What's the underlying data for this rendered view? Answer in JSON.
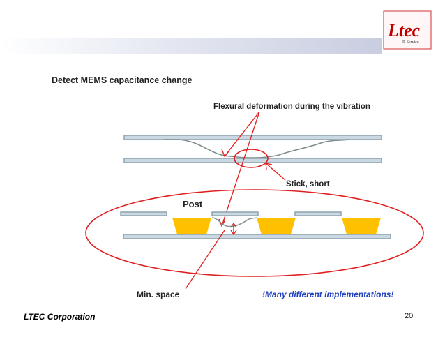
{
  "slide": {
    "heading": "Detect  MEMS capacitance change",
    "company": "LTEC Corporation",
    "page_number": "20"
  },
  "logo": {
    "text": "Ltec",
    "subtext": "IP Service"
  },
  "annotations": {
    "flexural": "Flexural deformation during the vibration",
    "stick": "Stick, short",
    "post": "Post",
    "min_space": "Min. space",
    "many_impl": "!Many different implementations!"
  },
  "colors": {
    "plate_fill": "#c9d8e2",
    "plate_stroke": "#8fa3ad",
    "post_fill": "#ffc000",
    "annotation_red": "#e02020",
    "deform_line": "#7f8c8d",
    "accent_blue": "#1f3fbf",
    "logo_red": "#c00000"
  }
}
